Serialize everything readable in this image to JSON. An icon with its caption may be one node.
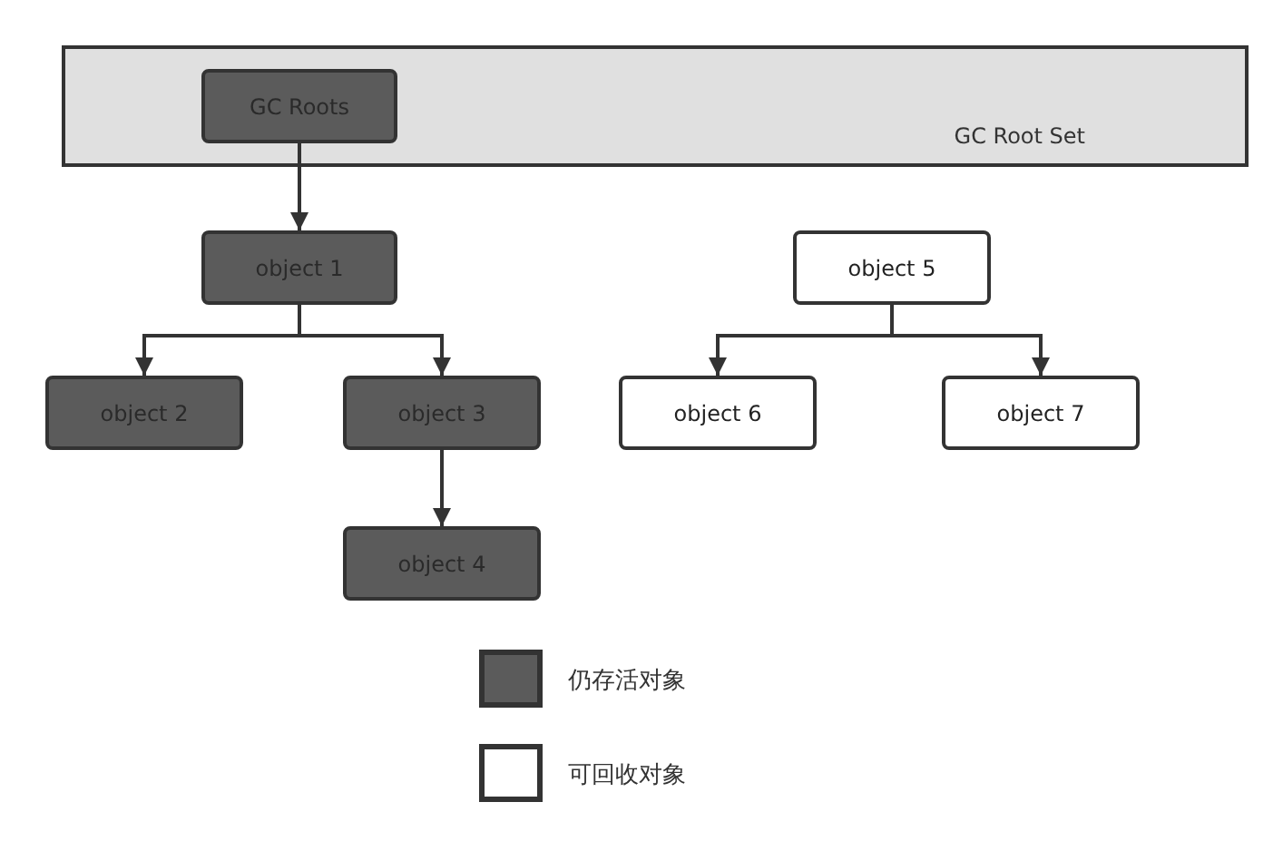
{
  "diagram": {
    "nodes": [
      {
        "text": [
          "GC Root Set"
        ]
      },
      {
        "text": [
          "GC Roots"
        ],
        "in": 0
      },
      {
        "text": [
          "object 1"
        ]
      },
      {
        "text": [
          "object 5"
        ]
      },
      {
        "text": [
          "object 2"
        ]
      },
      {
        "text": [
          "object 3"
        ]
      },
      {
        "text": [
          "object 6"
        ]
      },
      {
        "text": [
          "object 7"
        ]
      },
      {
        "text": [
          "object 4"
        ]
      }
    ],
    "edges": [
      {
        "from": 1,
        "to": 2,
        "arrow": "to"
      },
      {
        "from": 2,
        "to": 4,
        "arrow": "to"
      },
      {
        "from": 2,
        "to": 5,
        "arrow": "to"
      },
      {
        "from": 5,
        "to": 8,
        "arrow": "to"
      },
      {
        "from": 3,
        "to": 6,
        "arrow": "to"
      },
      {
        "from": 3,
        "to": 7,
        "arrow": "to"
      }
    ],
    "legend": [
      {
        "text": "仍存活对象",
        "color": "#5b5b5b"
      },
      {
        "text": "可回收对象",
        "color": "#ffffff"
      }
    ]
  }
}
